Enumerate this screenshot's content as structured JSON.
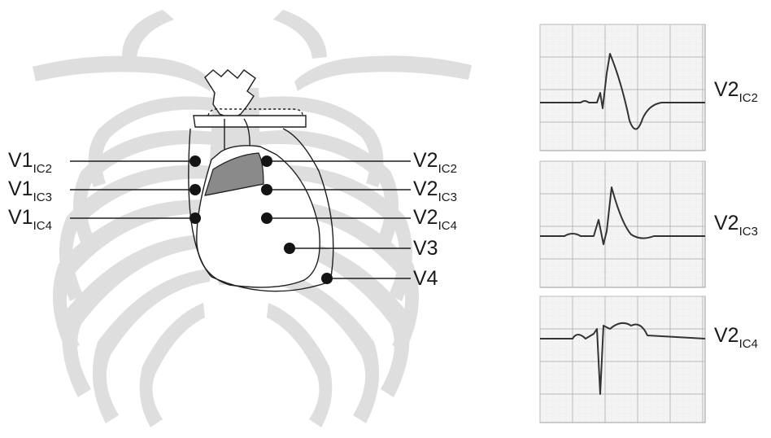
{
  "left_labels": [
    {
      "base": "V1",
      "sub": "IC2"
    },
    {
      "base": "V1",
      "sub": "IC3"
    },
    {
      "base": "V1",
      "sub": "IC4"
    }
  ],
  "right_labels": [
    {
      "base": "V2",
      "sub": "IC2"
    },
    {
      "base": "V2",
      "sub": "IC3"
    },
    {
      "base": "V2",
      "sub": "IC4"
    },
    {
      "base": "V3",
      "sub": ""
    },
    {
      "base": "V4",
      "sub": ""
    }
  ],
  "ecg_strips": [
    {
      "base": "V2",
      "sub": "IC2"
    },
    {
      "base": "V2",
      "sub": "IC3"
    },
    {
      "base": "V2",
      "sub": "IC4"
    }
  ]
}
